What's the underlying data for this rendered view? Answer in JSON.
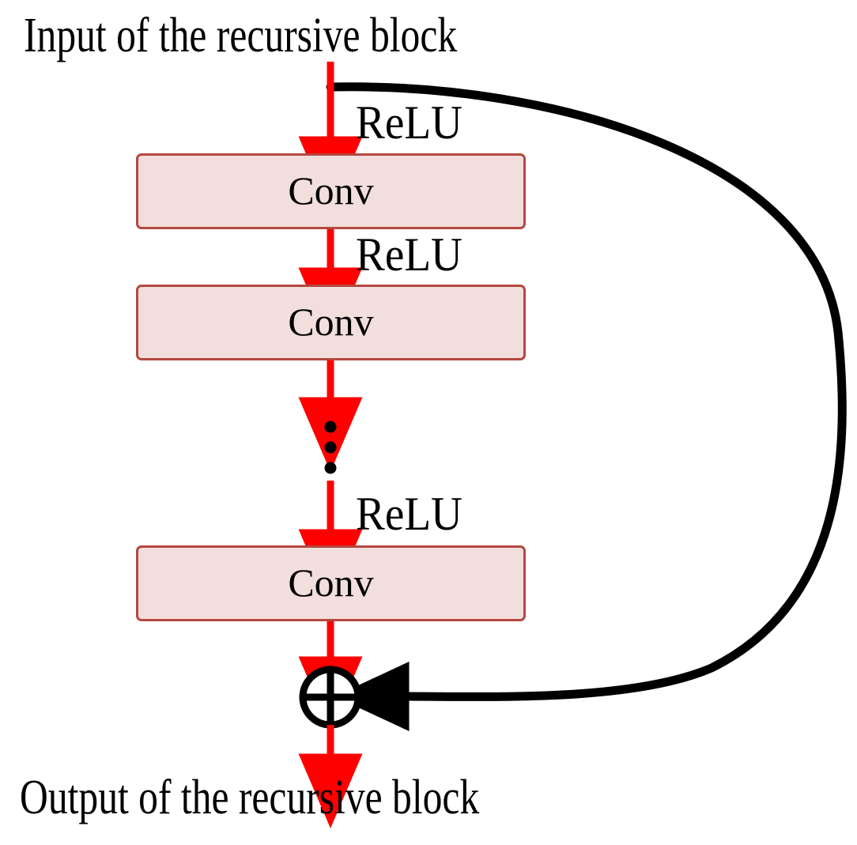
{
  "diagram": {
    "title_top": "Input of the recursive block",
    "title_bottom": "Output of the recursive block",
    "blocks": [
      {
        "label": "Conv"
      },
      {
        "label": "Conv"
      },
      {
        "label": "Conv"
      }
    ],
    "activations": [
      {
        "label": "ReLU"
      },
      {
        "label": "ReLU"
      },
      {
        "label": "ReLU"
      }
    ],
    "ellipsis_dots": 3,
    "sum_operator": "circled-plus",
    "colors": {
      "block_fill": "#f2dedd",
      "block_border": "#b4483f",
      "arrow": "#fe0000",
      "skip_connection": "#000000",
      "text": "#000000",
      "background": "#ffffff"
    }
  }
}
